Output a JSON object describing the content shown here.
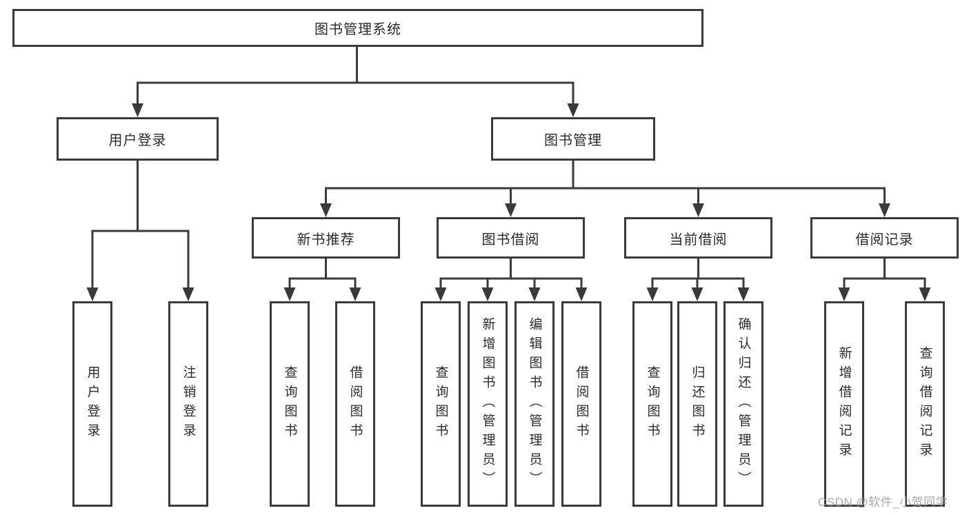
{
  "title": "图书管理系统",
  "watermark": "CSDN @软件_小贺同学",
  "colors": {
    "line": "#3a3a3a",
    "box_border": "#3a3a3a",
    "text": "#2b2b2b",
    "watermark": "#9e9ea6",
    "background": "#ffffff"
  },
  "tree": {
    "root": {
      "label": "图书管理系统"
    },
    "branches": [
      {
        "label": "用户登录",
        "children": [
          {
            "label": "用户登录"
          },
          {
            "label": "注销登录"
          }
        ]
      },
      {
        "label": "图书管理",
        "children": [
          {
            "label": "新书推荐",
            "children": [
              {
                "label": "查询图书"
              },
              {
                "label": "借阅图书"
              }
            ]
          },
          {
            "label": "图书借阅",
            "children": [
              {
                "label": "查询图书"
              },
              {
                "label": "新增图书（管理员）"
              },
              {
                "label": "编辑图书（管理员）"
              },
              {
                "label": "借阅图书"
              }
            ]
          },
          {
            "label": "当前借阅",
            "children": [
              {
                "label": "查询图书"
              },
              {
                "label": "归还图书"
              },
              {
                "label": "确认归还（管理员）"
              }
            ]
          },
          {
            "label": "借阅记录",
            "children": [
              {
                "label": "新增借阅记录"
              },
              {
                "label": "查询借阅记录"
              }
            ]
          }
        ]
      }
    ]
  }
}
